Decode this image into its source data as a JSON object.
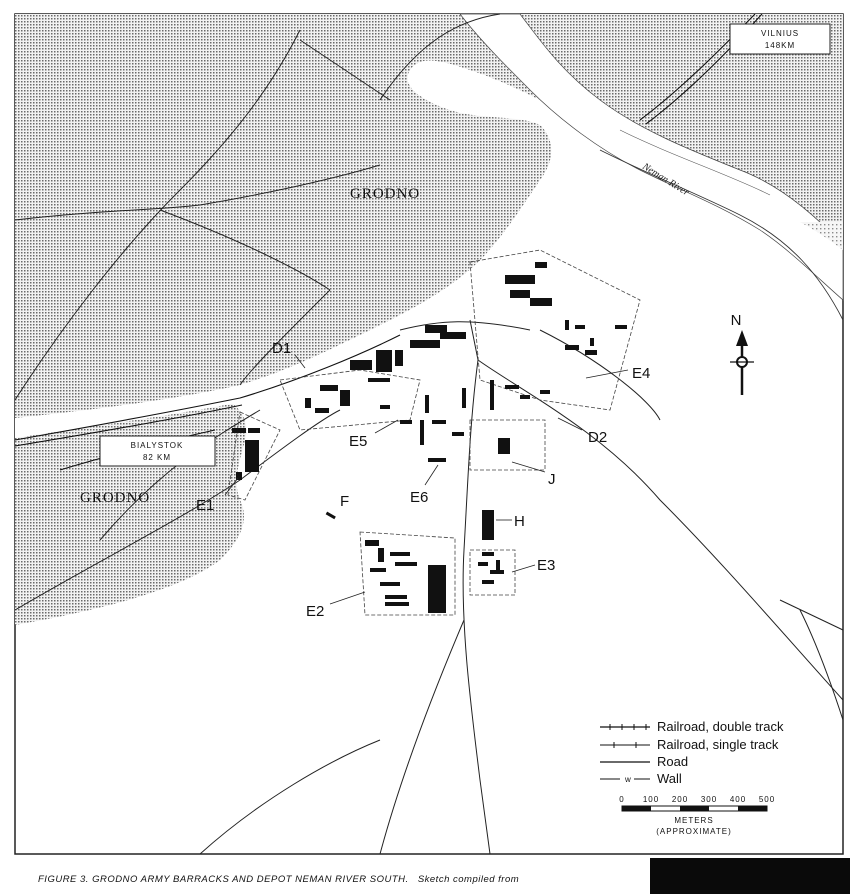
{
  "places": {
    "grodno_north": "GRODNO",
    "grodno_west": "GRODNO",
    "river": "Neman River"
  },
  "boxes": {
    "vilnius_name": "VILNIUS",
    "vilnius_dist": "148KM",
    "bialystok_name": "BIALYSTOK",
    "bialystok_dist": "82 KM"
  },
  "targets": {
    "D1": "D1",
    "D2": "D2",
    "E1": "E1",
    "E2": "E2",
    "E3": "E3",
    "E4": "E4",
    "E5": "E5",
    "E6": "E6",
    "F": "F",
    "H": "H",
    "J": "J"
  },
  "north_label": "N",
  "legend": {
    "rail_double": "Railroad, double track",
    "rail_single": "Railroad, single track",
    "road": "Road",
    "wall": "Wall",
    "wall_symbol": "w"
  },
  "scale": {
    "ticks": [
      "0",
      "100",
      "200",
      "300",
      "400",
      "500"
    ],
    "unit": "METERS",
    "note": "(APPROXIMATE)"
  },
  "caption": "FIGURE 3.  GRODNO ARMY BARRACKS AND DEPOT NEMAN RIVER SOUTH.",
  "caption_tail": "Sketch compiled from"
}
